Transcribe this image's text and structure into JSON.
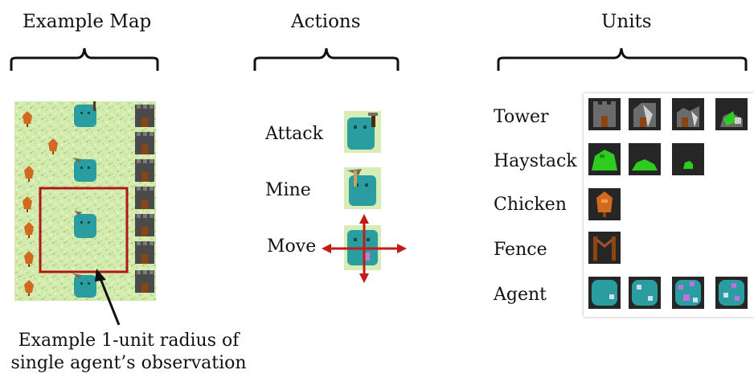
{
  "headings": {
    "map": "Example Map",
    "actions": "Actions",
    "units": "Units"
  },
  "actions": {
    "attack": "Attack",
    "mine": "Mine",
    "move": "Move"
  },
  "units": {
    "tower": "Tower",
    "haystack": "Haystack",
    "chicken": "Chicken",
    "fence": "Fence",
    "agent": "Agent"
  },
  "caption": {
    "line1": "Example 1-unit radius of",
    "line2": "single agent’s observation"
  },
  "colors": {
    "grass": "#cfe8a8",
    "agent": "#2a9da0",
    "frame": "#b01818",
    "arrow": "#c41a1a",
    "tile_bg": "#262626",
    "haystack": "#2ecc1e",
    "chicken": "#d2691e",
    "fence": "#8b4513"
  }
}
